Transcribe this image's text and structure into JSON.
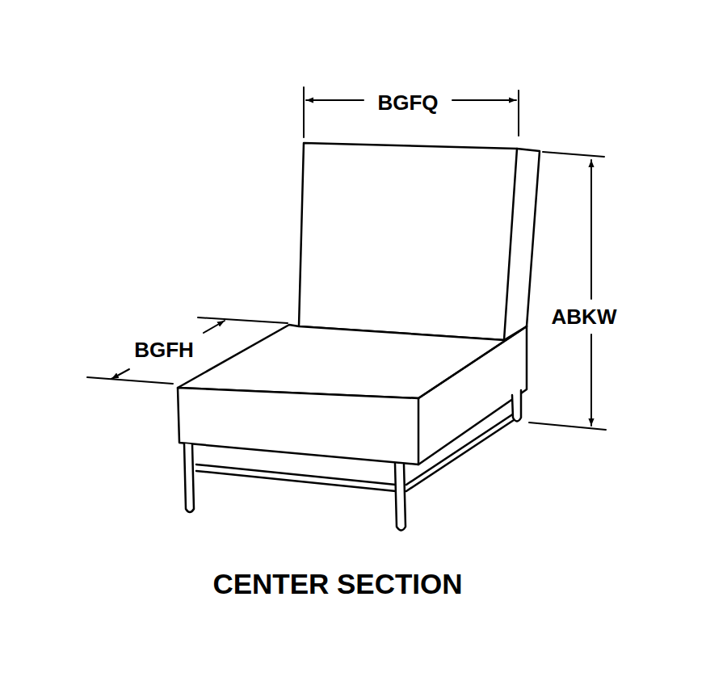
{
  "diagram": {
    "caption": "CENTER SECTION",
    "labels": [
      "BGFQ",
      "ABKW",
      "BGFH"
    ]
  }
}
